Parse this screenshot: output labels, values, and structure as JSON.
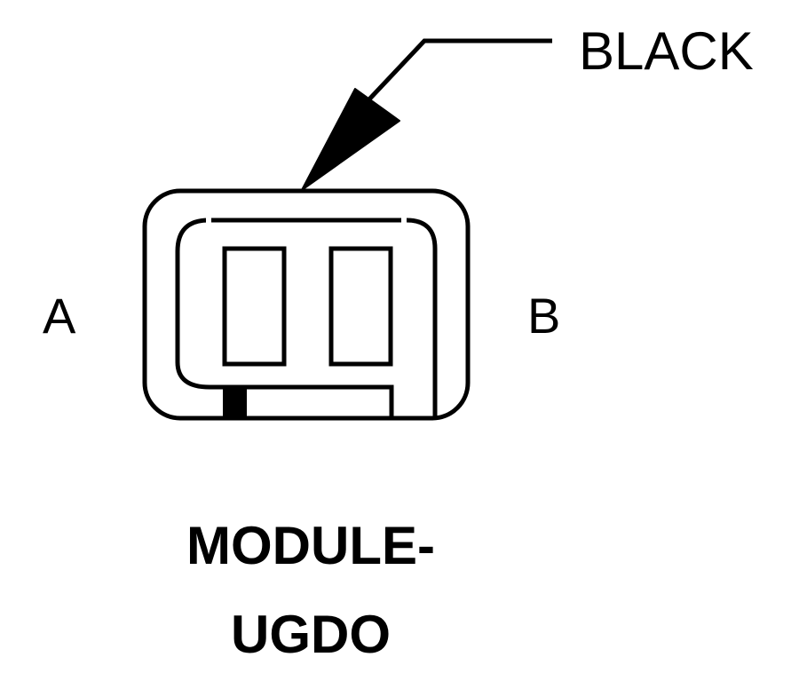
{
  "callout": {
    "label": "BLACK"
  },
  "pins": {
    "a": "A",
    "b": "B"
  },
  "title": {
    "line1": "MODULE-",
    "line2": "UGDO"
  },
  "colors": {
    "stroke": "#000000",
    "background": "#ffffff"
  }
}
